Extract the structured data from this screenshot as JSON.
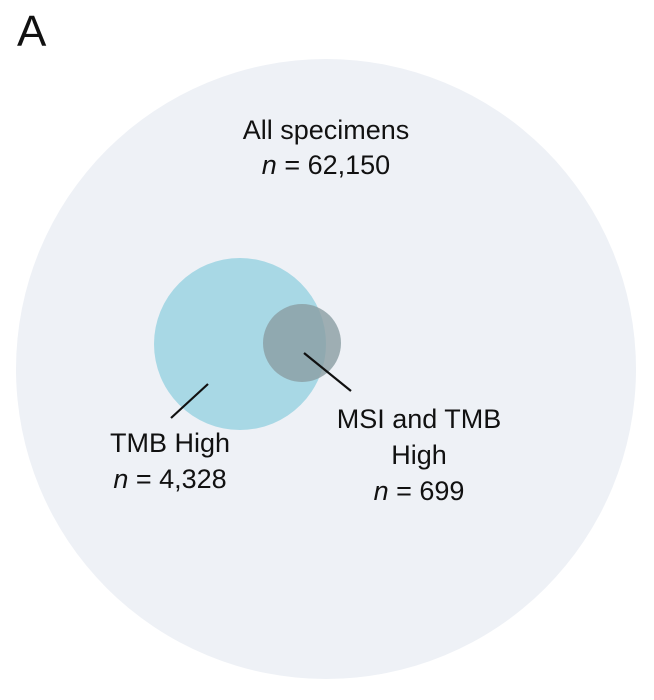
{
  "panel_label": "A",
  "colors": {
    "all_specimens_fill": "#eef1f6",
    "tmb_high_fill": "#a8d8e5",
    "msi_fill": "#8a9da2",
    "leader_line": "#111111",
    "text": "#111111"
  },
  "sets": {
    "all_specimens": {
      "name": "All specimens",
      "n_symbol": "n",
      "n_text": " = 62,150",
      "count": 62150
    },
    "tmb_high": {
      "name": "TMB High",
      "n_symbol": "n",
      "n_text": " = 4,328",
      "count": 4328
    },
    "msi_and_tmb_high": {
      "name_line1": "MSI and TMB",
      "name_line2": "High",
      "n_symbol": "n",
      "n_text": " = 699",
      "count": 699
    }
  }
}
